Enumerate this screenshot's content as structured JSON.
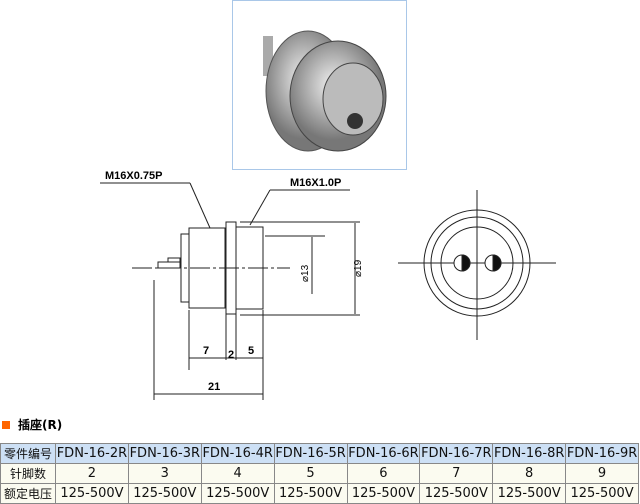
{
  "drawing": {
    "thread_left": "M16X0.75P",
    "thread_right": "M16X1.0P",
    "dia_inner": "⌀13",
    "dia_outer": "⌀19",
    "dim_7": "7",
    "dim_2": "2",
    "dim_5": "5",
    "dim_21": "21"
  },
  "section_title": "插座(R)",
  "table": {
    "row_labels": [
      "零件编号",
      "针脚数",
      "额定电压"
    ],
    "models": [
      "FDN-16-2R",
      "FDN-16-3R",
      "FDN-16-4R",
      "FDN-16-5R",
      "FDN-16-6R",
      "FDN-16-7R",
      "FDN-16-8R",
      "FDN-16-9R"
    ],
    "pins": [
      "2",
      "3",
      "4",
      "5",
      "6",
      "7",
      "8",
      "9"
    ],
    "voltage": [
      "125-500V",
      "125-500V",
      "125-500V",
      "125-500V",
      "125-500V",
      "125-500V",
      "125-500V",
      "125-500V"
    ]
  },
  "colors": {
    "accent": "#ff6600",
    "header_bg": "#cde0f5"
  }
}
